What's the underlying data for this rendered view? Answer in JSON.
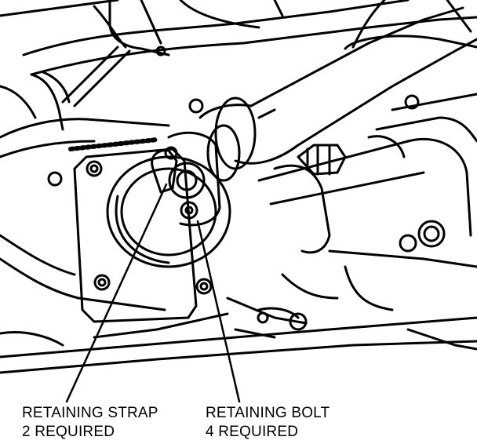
{
  "callouts": {
    "retaining_strap": {
      "name": "RETAINING STRAP",
      "quantity": "2 REQUIRED"
    },
    "retaining_bolt": {
      "name": "RETAINING BOLT",
      "quantity": "4 REQUIRED"
    }
  },
  "colors": {
    "line": "#000000",
    "background": "#ffffff"
  }
}
